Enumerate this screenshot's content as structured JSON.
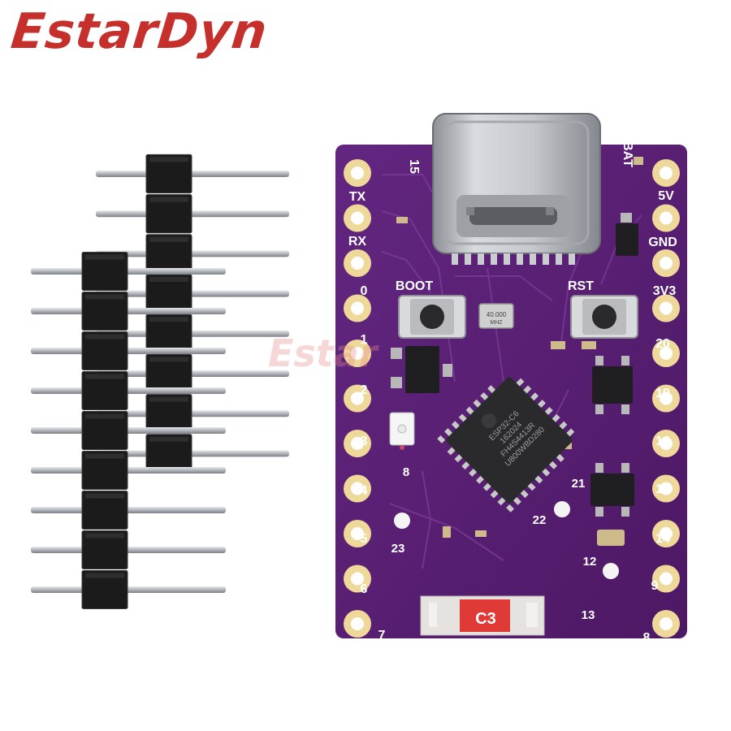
{
  "brand": {
    "logo_text": "EstarDyn",
    "watermark_text": "Estar"
  },
  "board": {
    "chip_marking": [
      "ESP32-C6",
      "162024",
      "FH4S4413R",
      "U800WBD280"
    ],
    "crystal_marking": [
      "40.000",
      "MHZ"
    ],
    "silkscreen_labels": {
      "boot": "BOOT",
      "rst": "RST",
      "model": "C3"
    },
    "left_pins": [
      "15",
      "TX",
      "RX",
      "0",
      "1",
      "2",
      "3",
      "4",
      "5",
      "6",
      "7"
    ],
    "right_pins": [
      "BAT",
      "5V",
      "GND",
      "3V3",
      "20",
      "19",
      "18",
      "15",
      "14",
      "9",
      "8"
    ],
    "inner_pin_labels": [
      "8",
      "23",
      "21",
      "22",
      "12",
      "13"
    ]
  },
  "colors": {
    "pcb": "#5b1e74",
    "pad": "#efd99a",
    "brand_red": "#c5302d",
    "header_black": "#1b1b1b",
    "pin_metal": "#b9bcc1"
  }
}
